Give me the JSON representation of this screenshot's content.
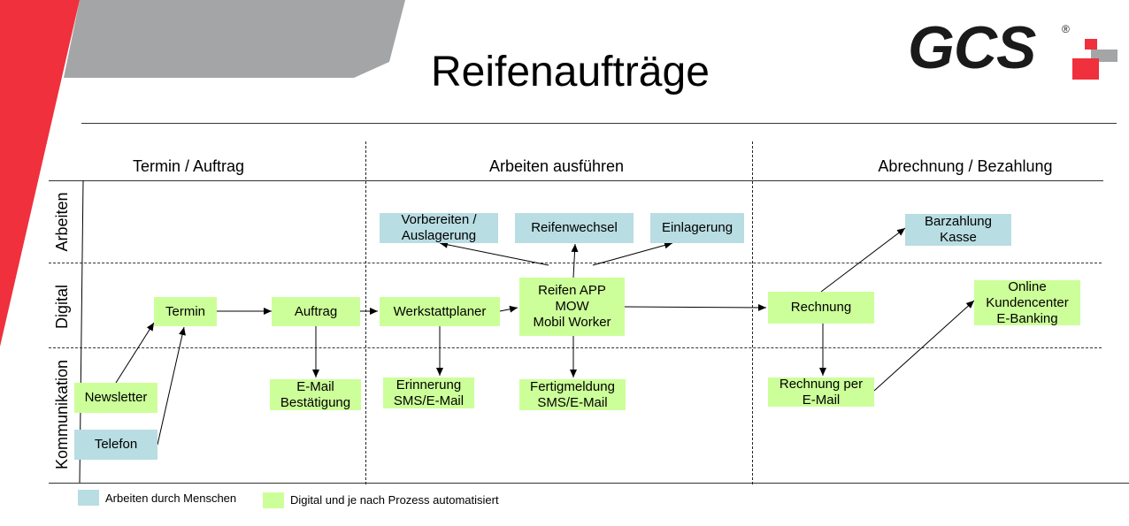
{
  "title": "Reifenaufträge",
  "logo": {
    "text": "GCS",
    "mark": "®"
  },
  "colors": {
    "human": "#b8dde2",
    "digital": "#ccff99",
    "accent_red": "#f0303c",
    "accent_gray": "#a3a5a6"
  },
  "columns": [
    "Termin / Auftrag",
    "Arbeiten ausführen",
    "Abrechnung / Bezahlung"
  ],
  "rows": [
    "Arbeiten",
    "Digital",
    "Kommunikation"
  ],
  "nodes": {
    "newsletter": "Newsletter",
    "telefon": "Telefon",
    "termin": "Termin",
    "auftrag": "Auftrag",
    "email_bestaetigung": "E-Mail\nBestätigung",
    "werkstattplaner": "Werkstattplaner",
    "erinnerung": "Erinnerung\nSMS/E-Mail",
    "vorbereiten": "Vorbereiten /\nAuslagerung",
    "reifenwechsel": "Reifenwechsel",
    "einlagerung": "Einlagerung",
    "reifen_app": "Reifen APP\nMOW\nMobil Worker",
    "fertigmeldung": "Fertigmeldung\nSMS/E-Mail",
    "rechnung": "Rechnung",
    "rechnung_email": "Rechnung per\nE-Mail",
    "barzahlung": "Barzahlung\nKasse",
    "online": "Online\nKundencenter\nE-Banking"
  },
  "legend": {
    "human": "Arbeiten durch Menschen",
    "digital": "Digital und je nach Prozess automatisiert"
  }
}
